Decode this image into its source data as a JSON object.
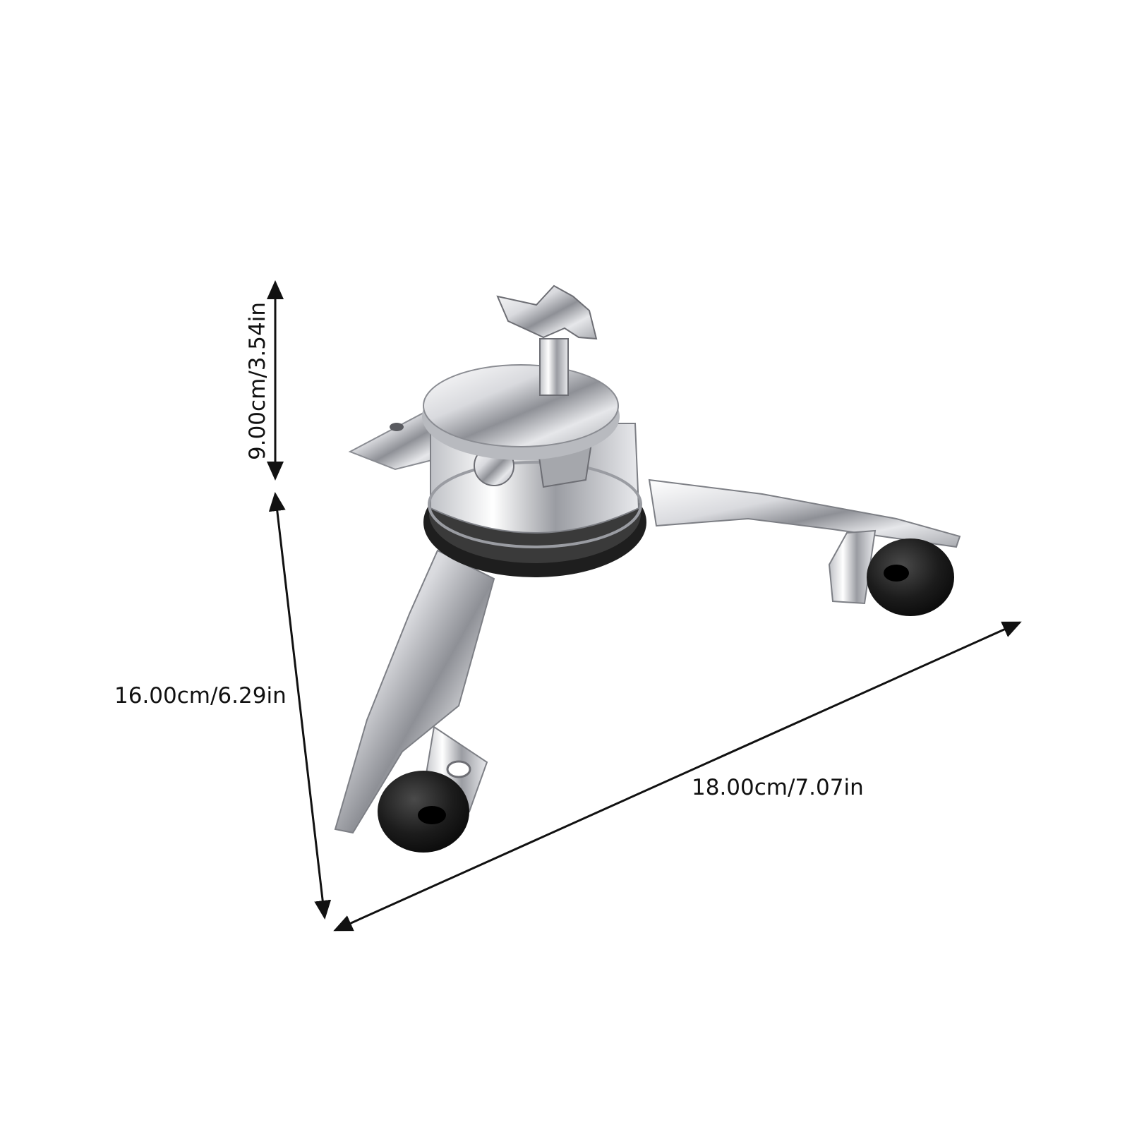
{
  "dimensions": {
    "height": "9.00cm/3.54in",
    "depth": "16.00cm/6.29in",
    "width": "18.00cm/7.07in"
  },
  "colors": {
    "background": "#ffffff",
    "dimension_line": "#111111",
    "chrome_light": "#f4f4f6",
    "chrome_mid": "#c9cacf",
    "chrome_dark": "#6d6e74",
    "rubber": "#1b1b1b"
  }
}
